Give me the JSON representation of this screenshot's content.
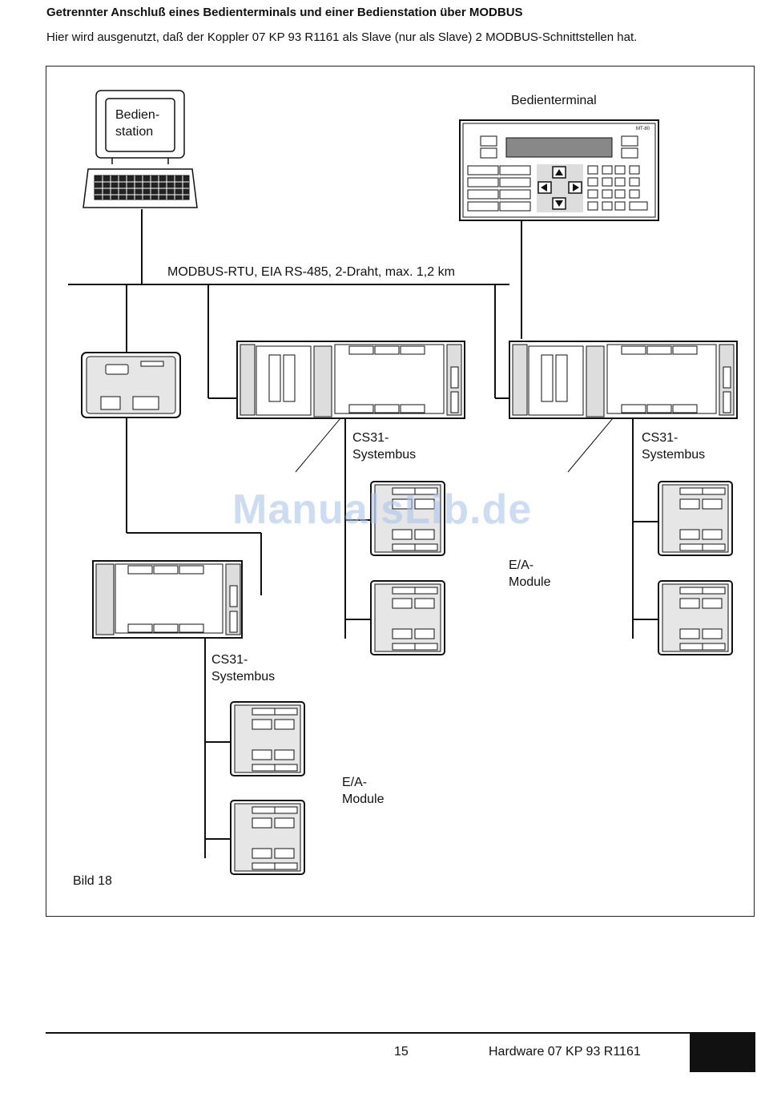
{
  "heading": "Getrennter Anschluß eines Bedienterminals und einer Bedienstation über MODBUS",
  "intro": "Hier wird ausgenutzt, daß der Koppler 07 KP 93 R1161 als Slave (nur als Slave) 2 MODBUS-Schnittstellen hat.",
  "figure": {
    "station_label_1": "Bedien-",
    "station_label_2": "station",
    "terminal_label": "Bedienterminal",
    "terminal_model": "MT-80",
    "bus_label": "MODBUS-RTU, EIA RS-485, 2-Draht, max. 1,2 km",
    "cs31_a_1": "CS31-",
    "cs31_a_2": "Systembus",
    "cs31_b_1": "CS31-",
    "cs31_b_2": "Systembus",
    "cs31_c_1": "CS31-",
    "cs31_c_2": "Systembus",
    "io_a_1": "E/A-",
    "io_a_2": "Module",
    "io_b_1": "E/A-",
    "io_b_2": "Module",
    "caption": "Bild 18"
  },
  "watermark": "ManualsLib.de",
  "footer": {
    "page": "15",
    "document": "Hardware 07 KP 93 R1161"
  }
}
